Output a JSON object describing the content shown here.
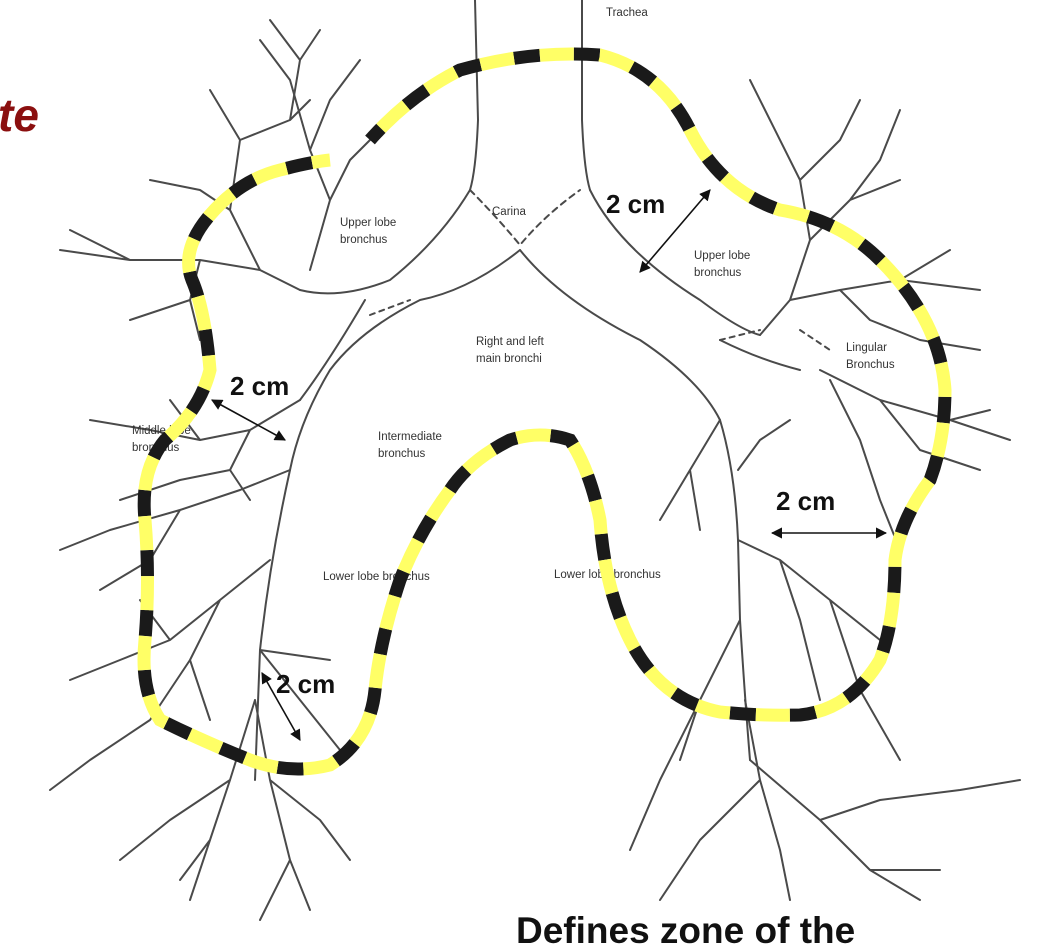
{
  "slide": {
    "title_fragment": "te",
    "caption": "Defines zone of the"
  },
  "labels": {
    "trachea": "Trachea",
    "carina": "Carina",
    "right_upper_lobe": [
      "Upper lobe",
      "bronchus"
    ],
    "left_upper_lobe": [
      "Upper lobe",
      "bronchus"
    ],
    "main_bronchi": [
      "Right and left",
      "main bronchi"
    ],
    "intermediate": [
      "Intermediate",
      "bronchus"
    ],
    "middle_lobe": [
      "Middle lobe",
      "bronchus"
    ],
    "lingular": [
      "Lingular",
      "Bronchus"
    ],
    "right_lower_lobe": "Lower lobe bronchus",
    "left_lower_lobe": "Lower lobe bronchus"
  },
  "distances": {
    "upper_left": "2 cm",
    "middle_right": "2 cm",
    "lower_left": "2 cm",
    "lower_right": "2 cm"
  },
  "colors": {
    "title": "#8b0f0f",
    "airway_fill": "#bdbdbd",
    "airway_line": "#444444",
    "zone_dash_yellow": "#ffff66",
    "zone_dash_black": "#1a1a1a"
  }
}
